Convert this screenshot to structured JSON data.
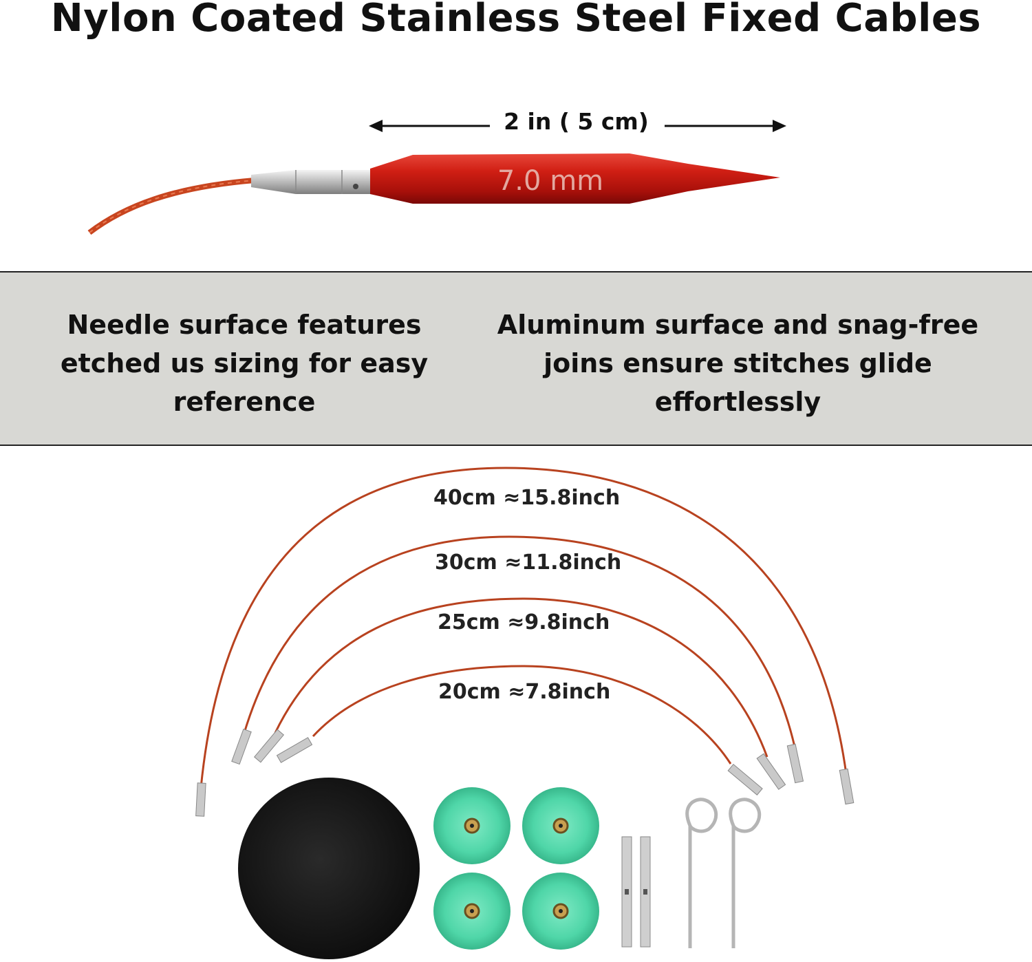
{
  "title": "Nylon Coated Stainless Steel Fixed Cables",
  "needle": {
    "measure_label": "2 in ( 5 cm)",
    "size_marking": "7.0 mm"
  },
  "features": {
    "left": "Needle surface features etched us sizing for easy reference",
    "right": "Aluminum surface and snag-free joins ensure stitches glide effortlessly"
  },
  "cables": [
    {
      "label": "40cm ≈15.8inch"
    },
    {
      "label": "30cm ≈11.8inch"
    },
    {
      "label": "25cm ≈9.8inch"
    },
    {
      "label": "20cm ≈7.8inch"
    }
  ],
  "colors": {
    "needle_red": "#cc1a12",
    "cable_red": "#b8421f",
    "stopper_green": "#4fd6a8",
    "band_gray": "#d8d8d4"
  }
}
